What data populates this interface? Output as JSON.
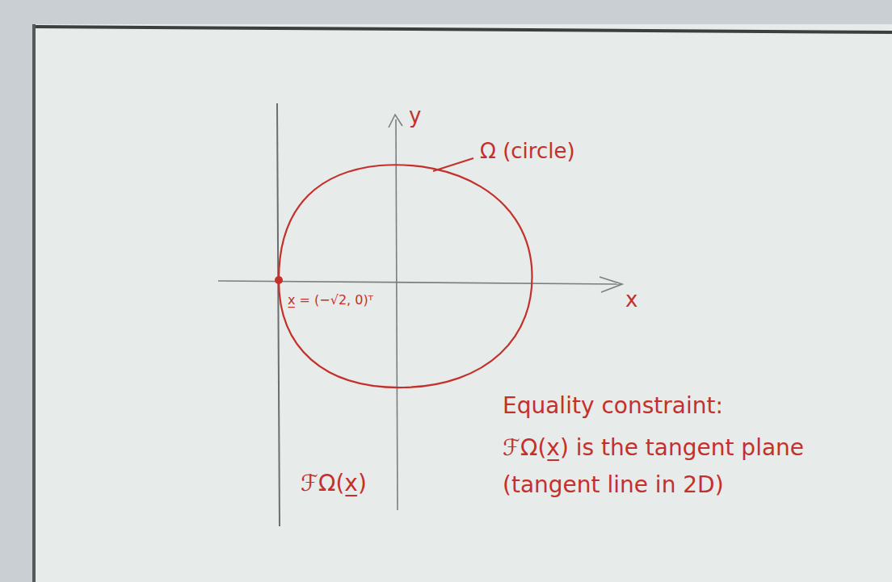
{
  "diagram": {
    "labels": [
      "y",
      "x",
      "Ω (circle)",
      "x̲ = (−√2, 0)ᵀ",
      "ℱΩ(x̲)",
      "Equality constraint:",
      "ℱΩ(x̲) is the tangent plane (tangent line in 2D)"
    ]
  }
}
